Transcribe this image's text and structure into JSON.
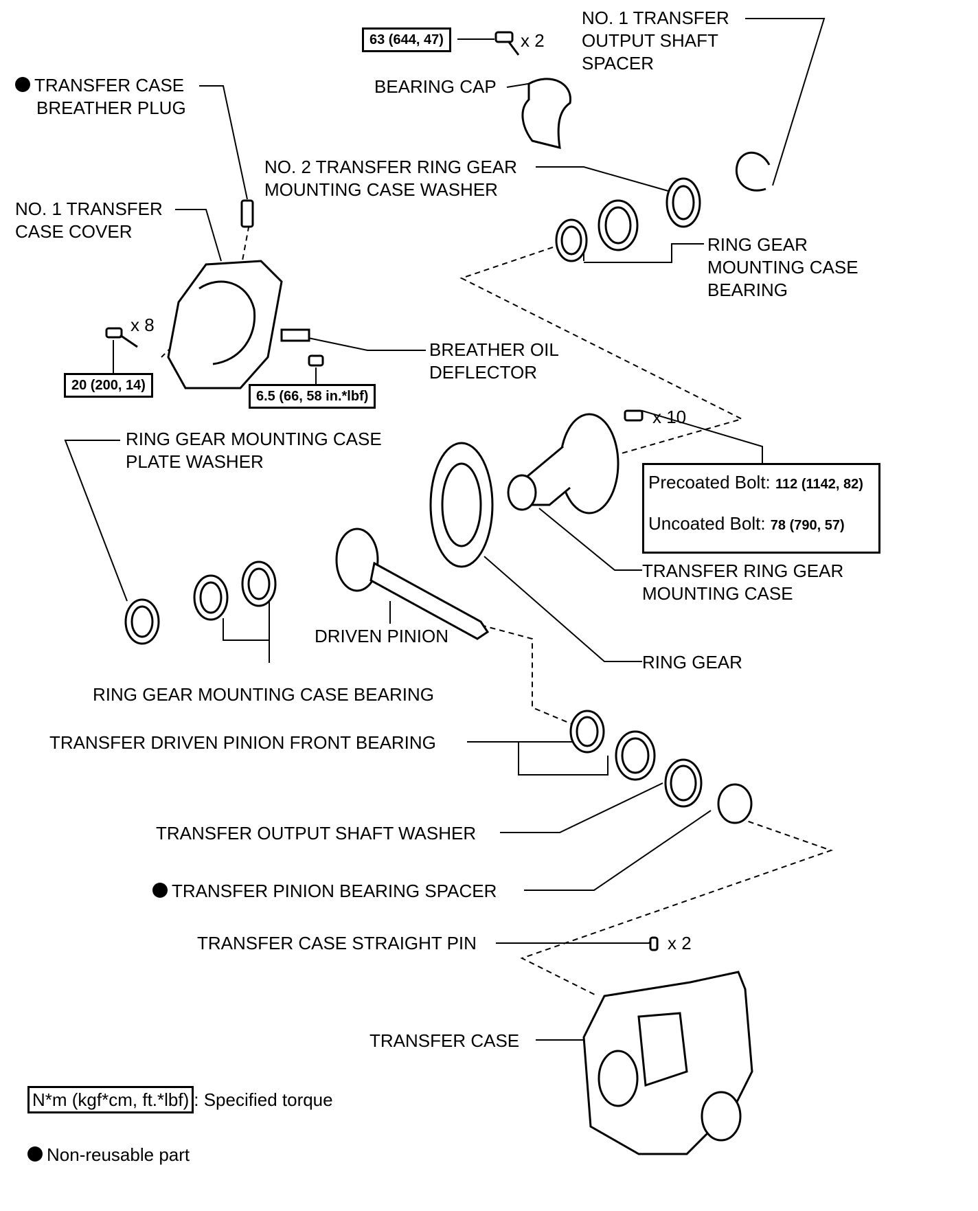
{
  "labels": {
    "breather_plug": [
      "TRANSFER CASE",
      "BREATHER PLUG"
    ],
    "case_cover": [
      "NO. 1 TRANSFER",
      "CASE COVER"
    ],
    "bearing_cap": "BEARING CAP",
    "output_shaft_spacer": [
      "NO. 1 TRANSFER",
      "OUTPUT SHAFT",
      "SPACER"
    ],
    "no2_washer": [
      "NO. 2 TRANSFER RING GEAR",
      "MOUNTING CASE WASHER"
    ],
    "rg_mc_bearing_right": [
      "RING GEAR",
      "MOUNTING CASE",
      "BEARING"
    ],
    "breather_deflector": [
      "BREATHER OIL",
      "DEFLECTOR"
    ],
    "plate_washer": [
      "RING GEAR MOUNTING CASE",
      "PLATE WASHER"
    ],
    "ring_gear_mounting_case": [
      "TRANSFER RING GEAR",
      "MOUNTING CASE"
    ],
    "driven_pinion": "DRIVEN PINION",
    "ring_gear": "RING GEAR",
    "rg_mc_bearing_left": "RING GEAR MOUNTING CASE BEARING",
    "pinion_front_bearing": "TRANSFER DRIVEN PINION FRONT BEARING",
    "output_shaft_washer": "TRANSFER OUTPUT SHAFT WASHER",
    "pinion_bearing_spacer": "TRANSFER PINION BEARING SPACER",
    "straight_pin": "TRANSFER CASE STRAIGHT PIN",
    "transfer_case": "TRANSFER CASE"
  },
  "quantities": {
    "bearing_cap_bolts": "x 2",
    "cover_bolts": "x 8",
    "ring_gear_bolts": "x 10",
    "straight_pins": "x 2"
  },
  "torques": {
    "bearing_cap": "63 (644, 47)",
    "cover": "20 (200, 14)",
    "deflector": "6.5 (66, 58 in.*lbf)",
    "precoated_label": "Precoated Bolt:",
    "precoated_value": "112 (1142, 82)",
    "uncoated_label": "Uncoated Bolt:",
    "uncoated_value": "78 (790, 57)"
  },
  "legend": {
    "torque_unit": "N*m (kgf*cm, ft.*lbf)",
    "torque_desc": ": Specified torque",
    "nonreusable": "Non-reusable part"
  },
  "icons": {
    "nonreusable_marker": "filled-circle-icon"
  }
}
